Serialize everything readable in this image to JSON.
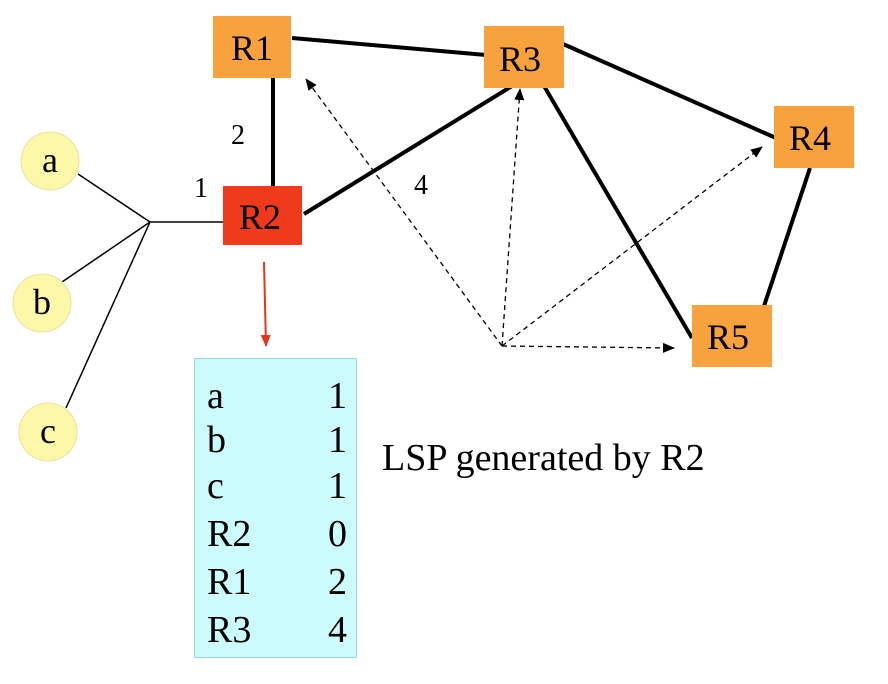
{
  "colors": {
    "router": "#f7a23c",
    "source_router": "#f03a1c",
    "host": "#fdf7a8",
    "host_border": "#e8e2a0",
    "lsp_box": "#ccfbfd",
    "arrow_red": "#e8341c"
  },
  "hosts": [
    {
      "id": "a",
      "label": "a"
    },
    {
      "id": "b",
      "label": "b"
    },
    {
      "id": "c",
      "label": "c"
    }
  ],
  "routers": [
    {
      "id": "R1",
      "label": "R1"
    },
    {
      "id": "R2",
      "label": "R2"
    },
    {
      "id": "R3",
      "label": "R3"
    },
    {
      "id": "R4",
      "label": "R4"
    },
    {
      "id": "R5",
      "label": "R5"
    }
  ],
  "links": [
    {
      "from": "R1",
      "to": "R2",
      "weight": "2"
    },
    {
      "from": "R2",
      "to": "R3",
      "weight": "4"
    },
    {
      "from": "R1",
      "to": "R3",
      "weight": ""
    },
    {
      "from": "R3",
      "to": "R4",
      "weight": ""
    },
    {
      "from": "R3",
      "to": "R5",
      "weight": ""
    },
    {
      "from": "R4",
      "to": "R5",
      "weight": ""
    }
  ],
  "host_link_weight": "1",
  "flooding_targets": [
    "R1",
    "R3",
    "R4",
    "R5"
  ],
  "lsp": {
    "rows": [
      {
        "dest": "a",
        "cost": "1"
      },
      {
        "dest": "b",
        "cost": "1"
      },
      {
        "dest": "c",
        "cost": "1"
      },
      {
        "dest": "R2",
        "cost": "0"
      },
      {
        "dest": "R1",
        "cost": "2"
      },
      {
        "dest": "R3",
        "cost": "4"
      }
    ],
    "caption": "LSP generated by R2"
  }
}
